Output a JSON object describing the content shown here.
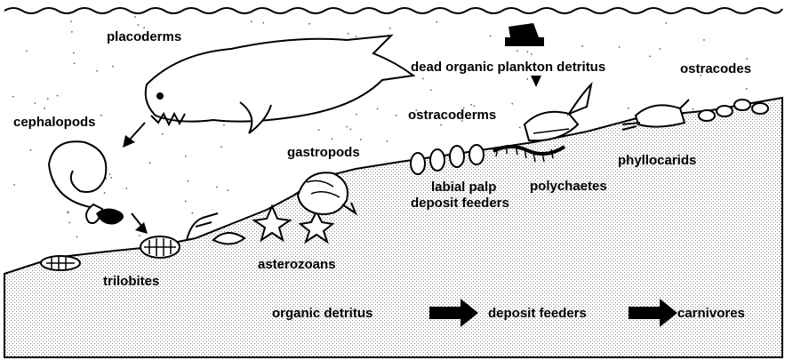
{
  "colors": {
    "ink": "#000000",
    "paper": "#ffffff",
    "sediment_dot": "#9a9a9a",
    "water_dot": "#555555"
  },
  "labels": {
    "placoderms": "placoderms",
    "cephalopods": "cephalopods",
    "dead_plankton": "dead organic plankton detritus",
    "ostracodes": "ostracodes",
    "ostracoderms": "ostracoderms",
    "gastropods": "gastropods",
    "phyllocarids": "phyllocarids",
    "labial_palp_1": "labial palp",
    "labial_palp_2": "deposit feeders",
    "polychaetes": "polychaetes",
    "asterozoans": "asterozoans",
    "trilobites": "trilobites"
  },
  "flow": {
    "organic_detritus": "organic detritus",
    "deposit_feeders": "deposit feeders",
    "carnivores": "carnivores"
  },
  "icons": [
    "placoderm-fish-icon",
    "cephalopod-shell-icon",
    "trilobite-icon",
    "gastropod-icon",
    "asterozoan-star-icon",
    "ostracoderm-fish-icon",
    "polychaete-worm-icon",
    "phyllocarid-icon",
    "ostracode-icon",
    "labial-palp-bivalve-icon",
    "plankton-source-icon",
    "flow-arrow-icon"
  ]
}
